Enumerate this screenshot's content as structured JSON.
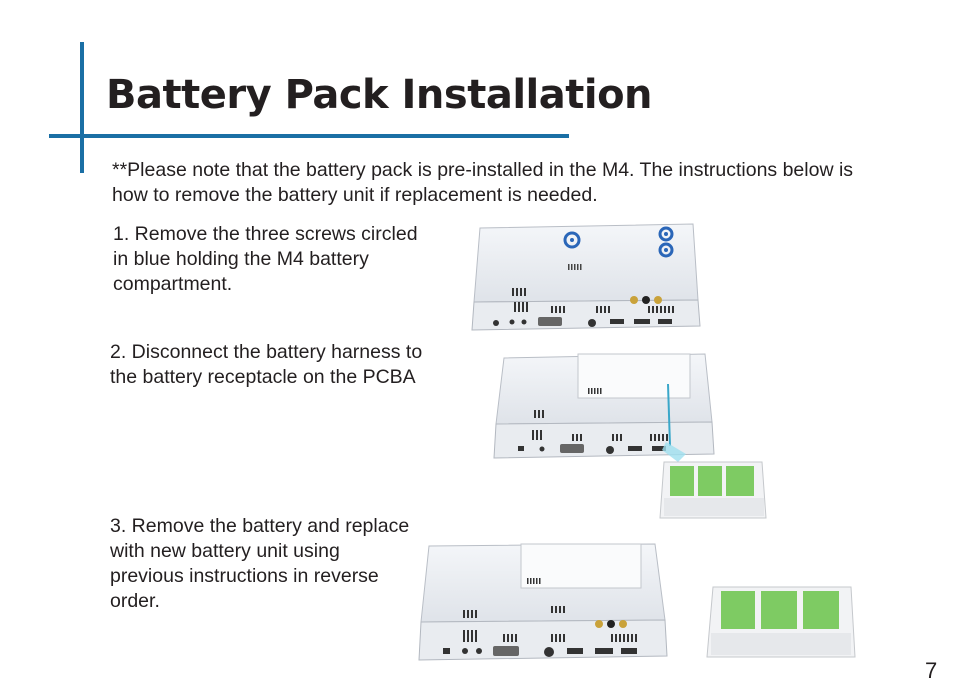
{
  "page": {
    "title": "Battery Pack Installation",
    "note": "**Please note that the battery pack is pre-installed in the M4. The instructions below is how to remove the battery unit if replacement is needed.",
    "steps": [
      {
        "text": "1.   Remove   the   three screws circled   in   blue holding  the  M4 battery compartment."
      },
      {
        "text": "2. Disconnect the battery harness to  the  battery receptacle on the PCBA"
      },
      {
        "text": "3. Remove the battery and replace with new battery unit using previous instructions in reverse order."
      }
    ],
    "page_number": "7"
  },
  "colors": {
    "accent_bar": "#1a6fa5",
    "screw_circle": "#2a66b8",
    "battery_cell": "#7ecb63",
    "harness": "#3aa7c9"
  }
}
